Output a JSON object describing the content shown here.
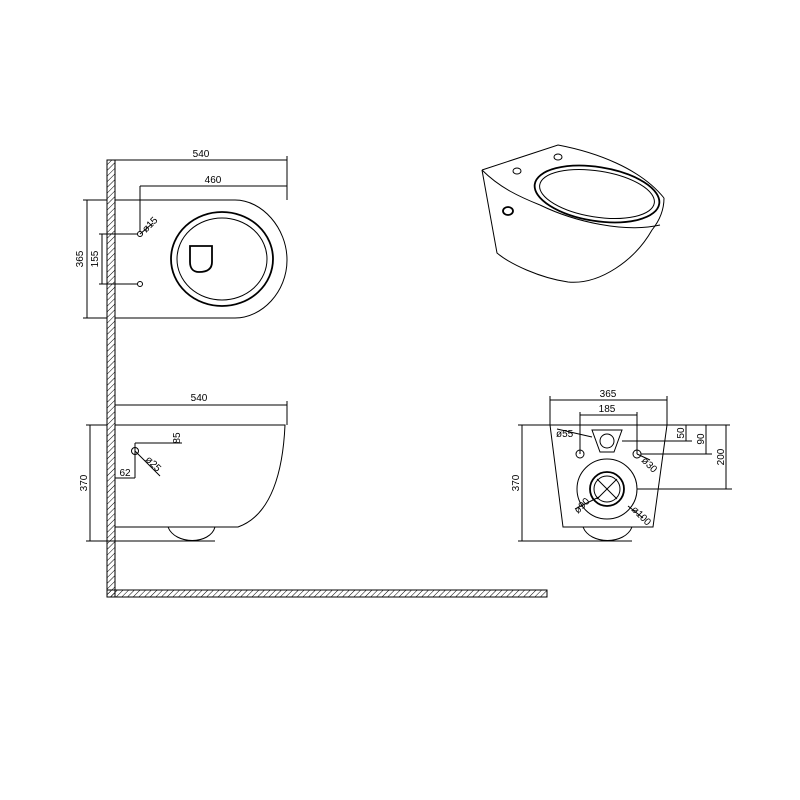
{
  "top_view": {
    "width": "540",
    "bowl_length": "460",
    "depth": "365",
    "bolt_spacing": "155",
    "bolt_hole": "ø15"
  },
  "side_view": {
    "width": "540",
    "height": "370",
    "inlet_height": "85",
    "inlet_offset": "62",
    "inlet_dia": "ø25"
  },
  "rear_view": {
    "width": "365",
    "bolt_spacing": "185",
    "d1": "50",
    "d2": "90",
    "d3": "200",
    "height": "370",
    "inlet_dia": "ø55",
    "bolt_dia": "ø30",
    "outlet_inner": "ø90",
    "outlet_outer": "ø100"
  }
}
